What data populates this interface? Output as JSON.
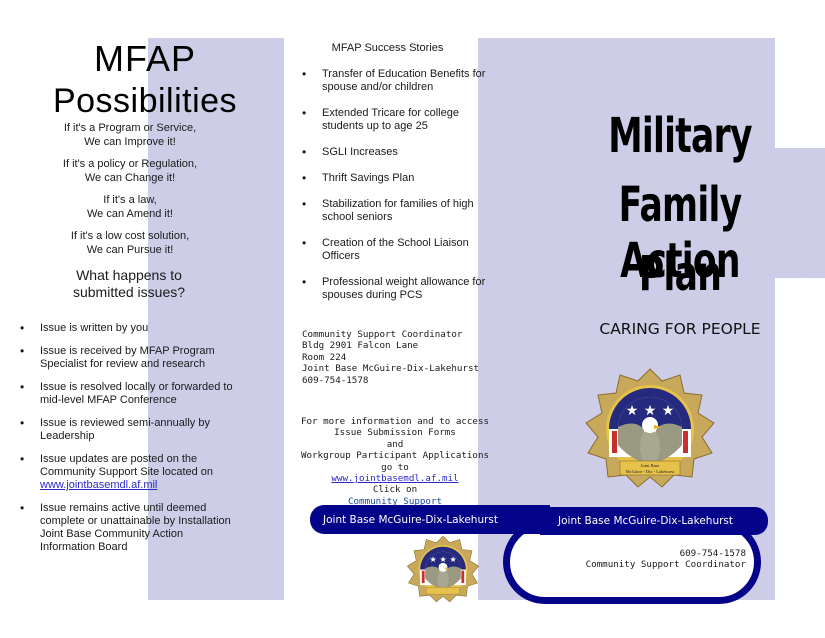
{
  "panels": {
    "accent_lavender": "#cdcde8",
    "navy": "#04048a"
  },
  "left_column": {
    "title_line1": "MFAP",
    "title_line2": "Possibilities",
    "slogans": [
      {
        "line1": "If it's a Program or Service,",
        "line2": "We can Improve it!"
      },
      {
        "line1": "If it's a policy or Regulation,",
        "line2": "We can Change it!"
      },
      {
        "line1": "If it's a law,",
        "line2": "We can Amend it!"
      },
      {
        "line1": "If it's a low cost solution,",
        "line2": "We can Pursue it!"
      }
    ],
    "question_line1": "What  happens to",
    "question_line2": "submitted issues?",
    "process_steps": [
      "Issue is written by you",
      "Issue is received by MFAP Program Specialist for review and research",
      "Issue is resolved locally or forwarded to mid-level MFAP Conference",
      "Issue is reviewed semi-annually by Leadership",
      "Issue updates are posted on the Community Support Site located on",
      "Issue remains active until deemed complete or unattainable by Installation Joint Base Community Action Information Board"
    ],
    "process_step5_link": "www.jointbasemdl.af.mil"
  },
  "middle_column": {
    "success_heading": "MFAP Success Stories",
    "success_stories": [
      "Transfer of Education Benefits for spouse and/or children",
      "Extended Tricare for college students up to age 25",
      "SGLI Increases",
      "Thrift Savings Plan",
      "Stabilization for families of high school seniors",
      "Creation of the School Liaison Officers",
      "Professional weight allowance for spouses during PCS"
    ],
    "address": {
      "line1": "Community Support Coordinator",
      "line2": "Bldg 2901 Falcon Lane",
      "line3": "Room 224",
      "line4": "Joint Base McGuire-Dix-Lakehurst",
      "line5": "609-754-1578"
    },
    "more_info": {
      "line1": "For more information and to access",
      "line2": "Issue Submission Forms",
      "line3": "and",
      "line4": "Workgroup Participant Applications",
      "line5": "go to",
      "link": "www.jointbasemdl.af.mil",
      "line6": "Click on",
      "line7": "Community Support"
    },
    "banner_label": "Joint Base McGuire-Dix-Lakehurst",
    "seal_caption": "Joint Base McGuire - Dix - Lakehurst"
  },
  "right_column": {
    "cover_line1": "Military",
    "cover_line2": "Family Action",
    "cover_line3": "Plan",
    "tagline": "CARING FOR PEOPLE",
    "seal_caption_line1": "Joint Base",
    "seal_caption_line2": "McGuire - Dix - Lakehurst",
    "banner_label": "Joint Base McGuire-Dix-Lakehurst",
    "contact_phone": "609-754-1578",
    "contact_title": "Community Support Coordinator"
  }
}
